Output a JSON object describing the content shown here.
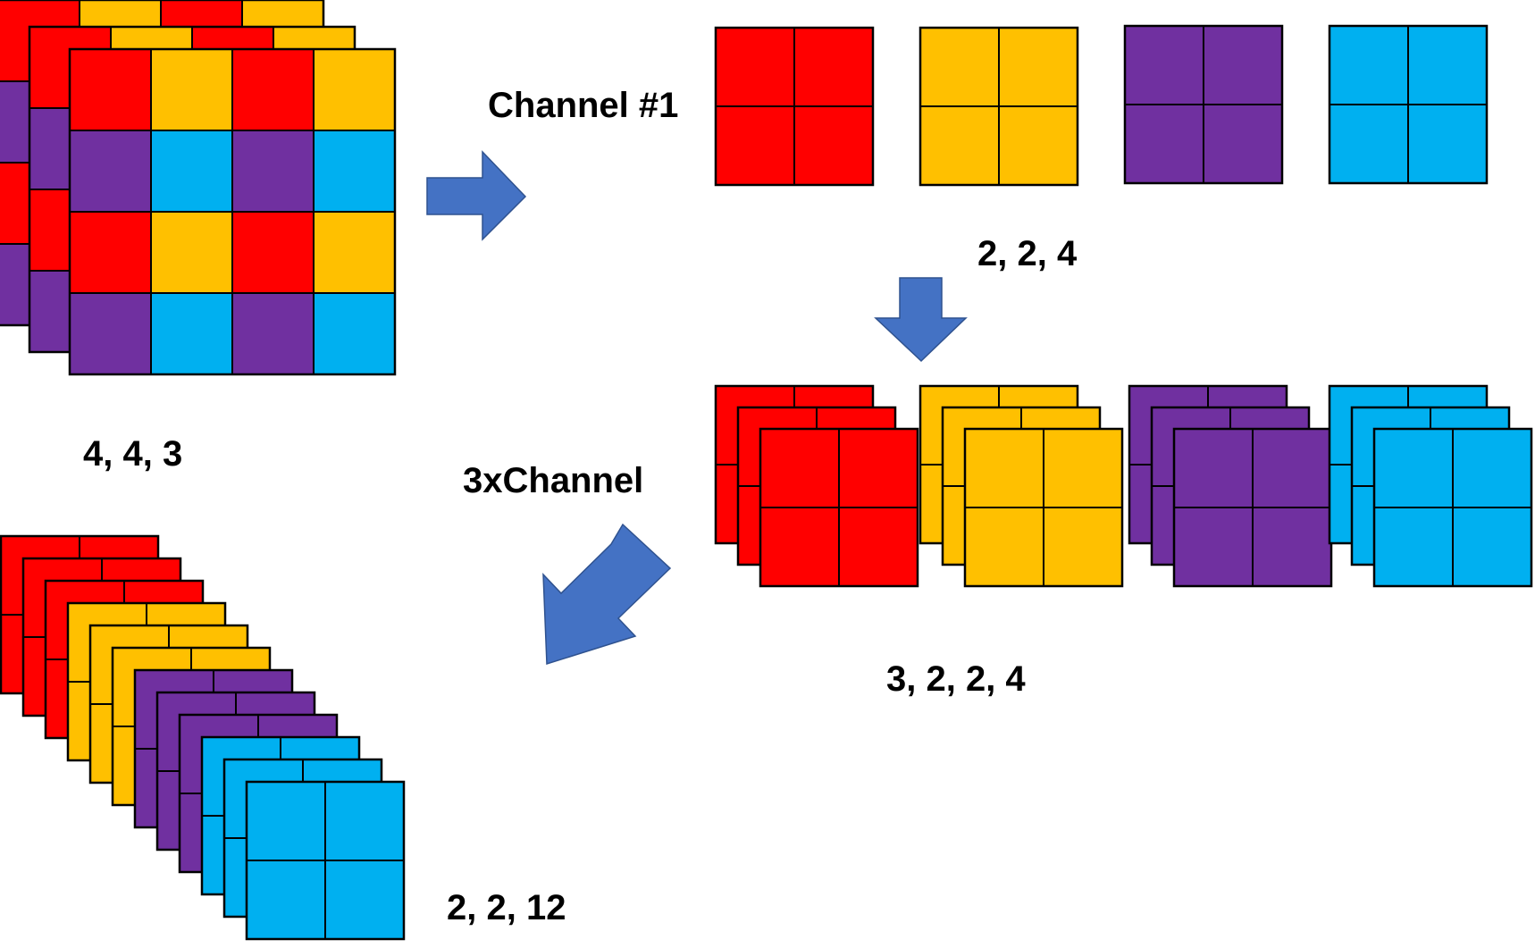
{
  "colors": {
    "red": "#ff0000",
    "yellow": "#ffc000",
    "purple": "#7030a0",
    "blue": "#00b0f0",
    "arrow": "#4472c4"
  },
  "labels": {
    "input_shape": "4, 4, 3",
    "channel_title": "Channel #1",
    "channel_shape": "2, 2, 4",
    "repeat_title": "3xChannel",
    "repeat_shape": "3, 2, 2, 4",
    "output_shape": "2, 2, 12"
  },
  "input_grid": {
    "rows": [
      [
        "red",
        "yellow",
        "red",
        "yellow"
      ],
      [
        "purple",
        "blue",
        "purple",
        "blue"
      ],
      [
        "red",
        "yellow",
        "red",
        "yellow"
      ],
      [
        "purple",
        "blue",
        "purple",
        "blue"
      ]
    ],
    "layers": 3
  },
  "channel_blocks": [
    "red",
    "yellow",
    "purple",
    "blue"
  ],
  "repeat_count": 3,
  "output_stack": [
    "red",
    "red",
    "red",
    "yellow",
    "yellow",
    "yellow",
    "purple",
    "purple",
    "purple",
    "blue",
    "blue",
    "blue"
  ]
}
